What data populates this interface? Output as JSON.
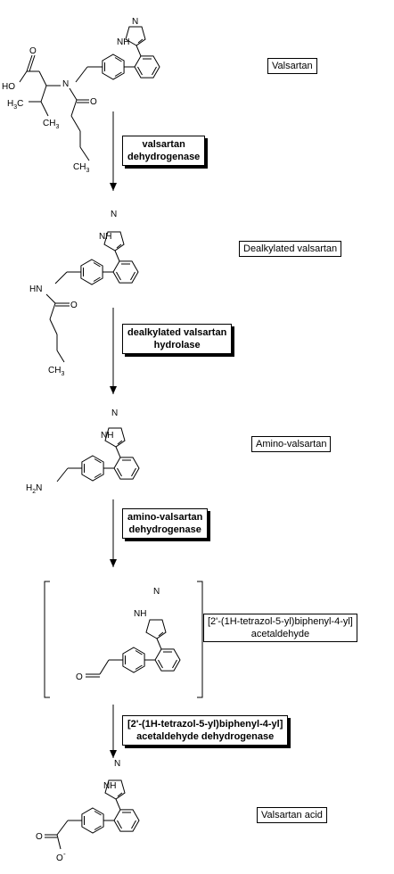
{
  "compounds": [
    {
      "name": "Valsartan"
    },
    {
      "name": "Dealkylated valsartan"
    },
    {
      "name": "Amino-valsartan"
    },
    {
      "name_line1": "[2'-(1H-tetrazol-5-yl)biphenyl-4-yl]",
      "name_line2": "acetaldehyde"
    },
    {
      "name": "Valsartan acid"
    }
  ],
  "enzymes": [
    {
      "line1": "valsartan",
      "line2": "dehydrogenase"
    },
    {
      "line1": "dealkylated valsartan",
      "line2": "hydrolase"
    },
    {
      "line1": "amino-valsartan",
      "line2": "dehydrogenase"
    },
    {
      "line1": "[2'-(1H-tetrazol-5-yl)biphenyl-4-yl]",
      "line2": "acetaldehyde dehydrogenase"
    }
  ],
  "atoms": {
    "tetrazole_N": "N",
    "tetrazole_NH": "NH",
    "tetrazole_H": "H",
    "hydroxyl": "HO",
    "oxygen": "O",
    "nitrogen": "N",
    "amide_NH": "HN",
    "methyl": "CH",
    "methyl_sub": "3",
    "amine": "H",
    "amine_sub": "2",
    "amine_N": "N",
    "carboxylate": "O",
    "charge": "-"
  }
}
